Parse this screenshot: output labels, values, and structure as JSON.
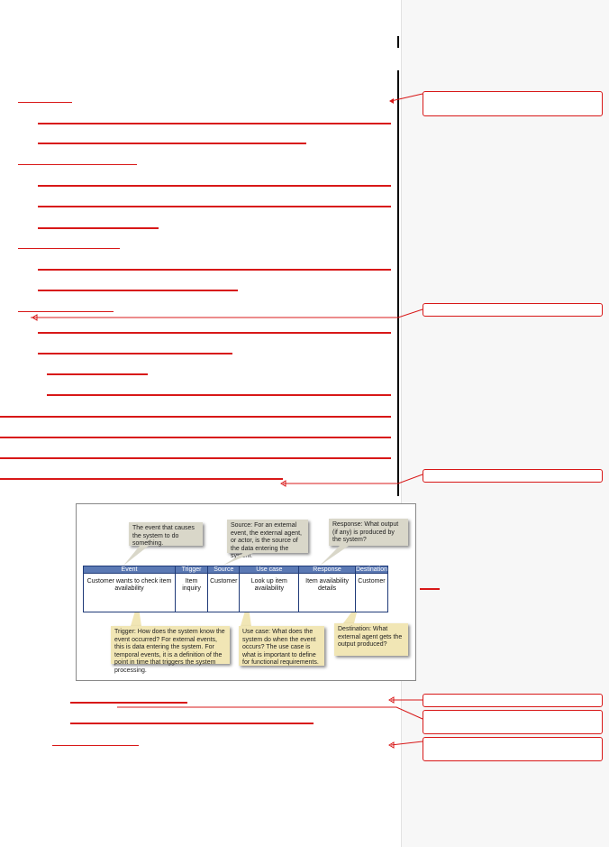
{
  "figure": {
    "columns": [
      "Event",
      "Trigger",
      "Source",
      "Use case",
      "Response",
      "Destination"
    ],
    "row": [
      "Customer wants to check item availability",
      "Item inquiry",
      "Customer",
      "Look up item availability",
      "Item availability details",
      "Customer"
    ],
    "callouts": {
      "event": "The event that causes the system to do something.",
      "source": "Source: For an external event, the external agent, or actor, is the source of the data entering the system.",
      "response": "Response: What output (if any) is produced by the system?",
      "trigger": "Trigger: How does the system know the event occurred? For external events, this is data entering the system. For temporal events, it is a definition of the point in time that triggers the system processing.",
      "use_case": "Use case: What does the system do when the event occurs? The use case is what is important to define for functional requirements.",
      "destination": "Destination: What external agent gets the output produced?"
    }
  },
  "colors": {
    "revision_red": "#d81818",
    "table_header": "#5b79b4",
    "callout_gray": "#d9d7c9",
    "callout_yellow": "#f1e6b5"
  }
}
